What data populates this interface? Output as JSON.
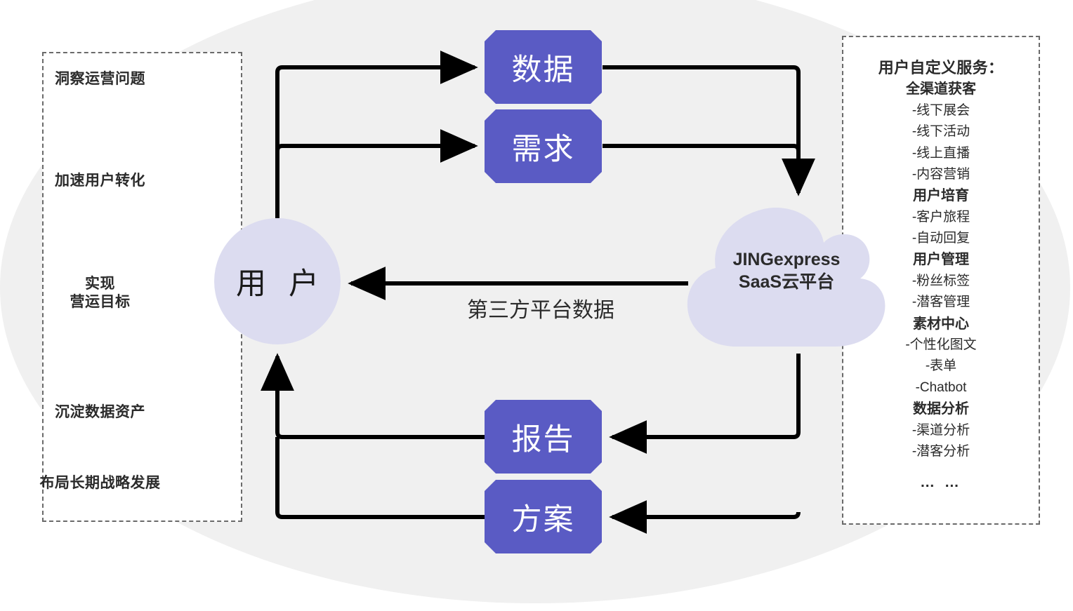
{
  "colors": {
    "box_fill": "#5a5bc4",
    "cloud_fill": "#dcdcf0",
    "circle_fill": "#dcdcf0",
    "background_blob": "#f0f0f0",
    "dashed_border": "#6a6a6a",
    "connector": "#000000",
    "text_dark": "#2b2b2b"
  },
  "left_panel": {
    "goals": [
      {
        "text": "洞察运营问题"
      },
      {
        "text": "加速用户转化"
      },
      {
        "line1": "实现",
        "line2": "营运目标"
      },
      {
        "text": "沉淀数据资产"
      },
      {
        "text": "布局长期战略发展"
      }
    ]
  },
  "right_panel": {
    "title": "用户自定义服务：",
    "groups": [
      {
        "name": "全渠道获客",
        "items": [
          "-线下展会",
          "-线下活动",
          "-线上直播",
          "-内容营销"
        ]
      },
      {
        "name": "用户培育",
        "items": [
          "-客户旅程",
          "-自动回复"
        ]
      },
      {
        "name": "用户管理",
        "items": [
          "-粉丝标签",
          "-潜客管理"
        ]
      },
      {
        "name": "素材中心",
        "items": [
          "-个性化图文",
          "-表单",
          "-Chatbot"
        ]
      },
      {
        "name": "数据分析",
        "items": [
          "-渠道分析",
          "-潜客分析"
        ]
      }
    ],
    "more": "… …"
  },
  "center": {
    "user_node": "用 户",
    "boxes": {
      "data": "数据",
      "demand": "需求",
      "report": "报告",
      "plan": "方案"
    },
    "cloud": {
      "line1": "JINGexpress",
      "line2": "SaaS云平台"
    },
    "third_party_label": "第三方平台数据"
  }
}
